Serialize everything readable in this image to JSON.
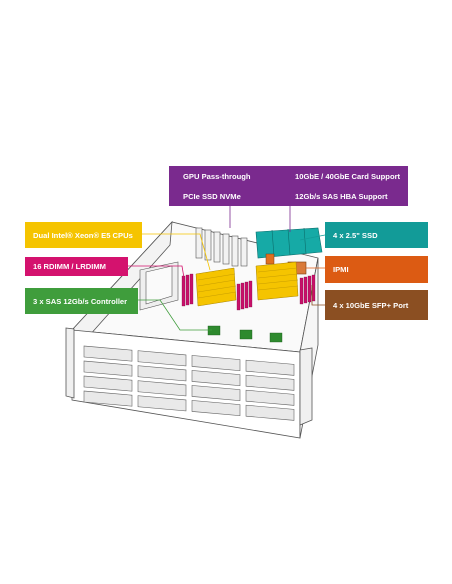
{
  "callouts": {
    "gpu_passthrough": "GPU Pass-through",
    "pcie_ssd": "PCIe SSD NVMe",
    "network_card": "10GbE / 40GbE Card Support",
    "sas_hba": "12Gb/s SAS HBA Support",
    "cpus": "Dual Intel® Xeon® E5 CPUs",
    "memory": "16 RDIMM / LRDIMM",
    "sas_controller": "3 x SAS 12Gb/s Controller",
    "ssd": "4 x 2.5\"  SSD",
    "ipmi": "IPMI",
    "sfp": "4 x 10GbE SFP+ Port"
  },
  "colors": {
    "gpu": "#7a2a8e",
    "cpu": "#f5c400",
    "memory": "#d4126e",
    "sas": "#3f9d3c",
    "ssd": "#129b98",
    "ipmi": "#dc5b13",
    "sfp": "#8b4f22"
  }
}
